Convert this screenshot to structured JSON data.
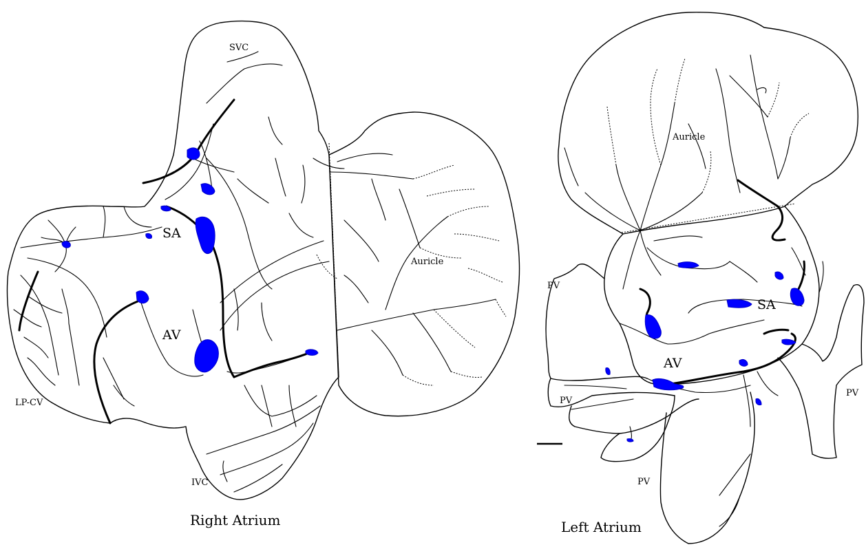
{
  "diagram": {
    "node_color": "#0000ff",
    "right_atrium": {
      "caption": "Right Atrium",
      "labels": {
        "svc": "SVC",
        "sa": "SA",
        "av": "AV",
        "auricle": "Auricle",
        "lp_cv": "LP-CV",
        "ivc": "IVC"
      }
    },
    "left_atrium": {
      "caption": "Left Atrium",
      "labels": {
        "auricle": "Auricle",
        "sa": "SA",
        "av": "AV",
        "pv_upper_left": "PV",
        "pv_middle_left": "PV",
        "pv_lower": "PV",
        "pv_right": "PV"
      }
    }
  }
}
